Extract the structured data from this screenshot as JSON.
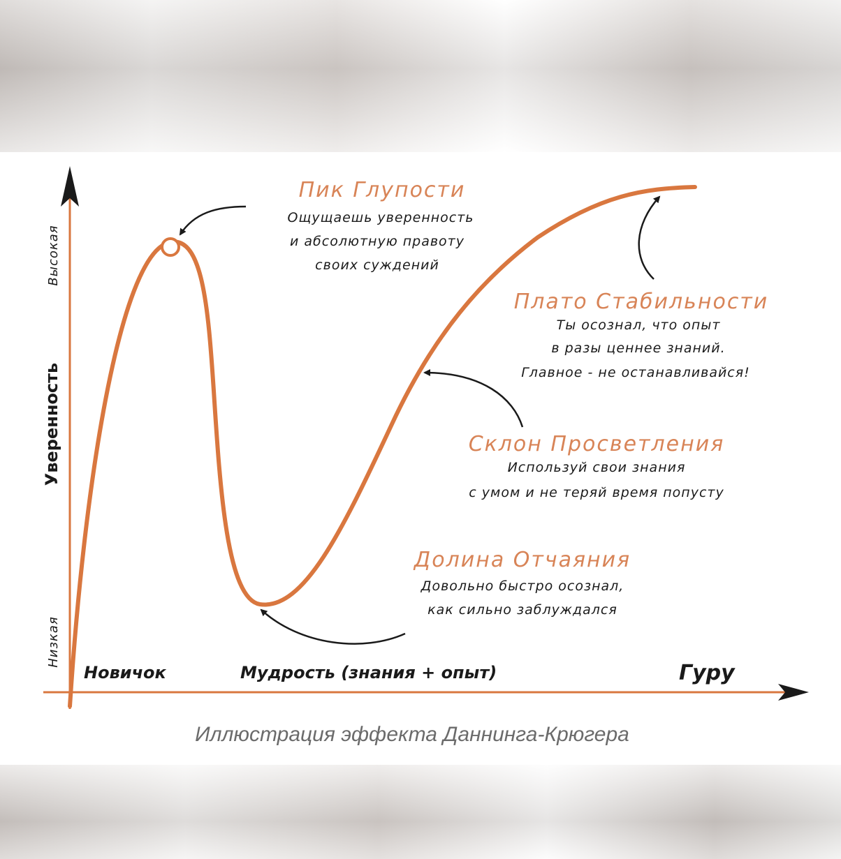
{
  "diagram": {
    "y_axis": {
      "label": "Уверенность",
      "high": "Высокая",
      "low": "Низкая"
    },
    "x_axis": {
      "start": "Новичок",
      "middle": "Мудрость (знания + опыт)",
      "end": "Гуру"
    },
    "annotations": {
      "peak": {
        "title": "Пик Глупости",
        "lines": [
          "Ощущаешь уверенность",
          "и абсолютную правоту",
          "своих суждений"
        ]
      },
      "plateau": {
        "title": "Плато Стабильности",
        "lines": [
          "Ты осознал, что опыт",
          "в разы ценнее знаний.",
          "Главное - не останавливайся!"
        ]
      },
      "slope": {
        "title": "Склон Просветления",
        "lines": [
          "Используй свои знания",
          "с умом и не теряй время попусту"
        ]
      },
      "valley": {
        "title": "Долина Отчаяния",
        "lines": [
          "Довольно быстро осознал,",
          "как сильно заблуждался"
        ]
      }
    },
    "caption": "Иллюстрация эффекта Даннинга-Крюгера",
    "colors": {
      "curve": "#d9773f",
      "title": "#d88457",
      "text": "#1b1b1b",
      "caption": "#6b6b6b"
    }
  }
}
